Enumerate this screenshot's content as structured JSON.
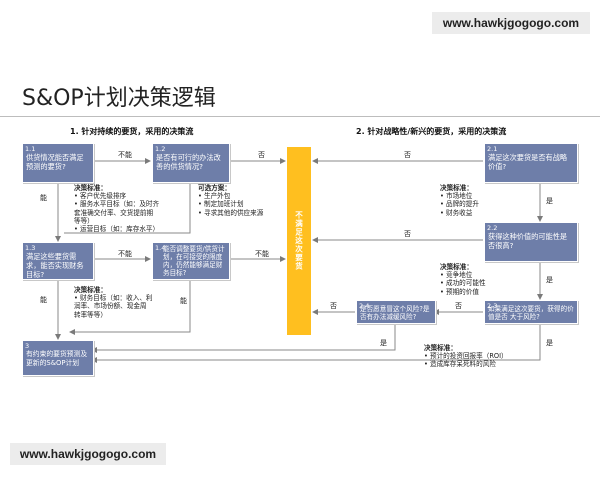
{
  "watermark_top": "www.hawkjgogogo.com",
  "watermark_bottom": "www.hawkjgogogo.com",
  "title": "S&OP计划决策逻辑",
  "sections": {
    "left": "1. 针对持续的要货，采用的决策流",
    "right": "2. 针对战略性/新兴的要货，采用的决策流"
  },
  "center_bar": "不满足这次要货",
  "boxes": {
    "b11": {
      "num": "1.1",
      "text": "供货情况能否满足预测的要货?"
    },
    "b12": {
      "num": "1.2",
      "text": "是否有可行的办法改善的供货情况?"
    },
    "b13": {
      "num": "1.3",
      "text": "满足这些要货需求，能否实现财务目标?"
    },
    "b14": {
      "num": "1.4",
      "text": "能否调整要货/供货计划，在可接受的限度内，仍然能够满足财务目标?"
    },
    "b3": {
      "num": "3",
      "text": "有约束的要货预测及更新的S&OP计划"
    },
    "b21": {
      "num": "2.1",
      "text": "满足这次要货是否有战略价值?"
    },
    "b22": {
      "num": "2.2",
      "text": "获得这种价值的可能性是否很高?"
    },
    "b23": {
      "num": "2.3",
      "text": "如果满足这次要货，获得的价值是否 大于风险?"
    },
    "b24": {
      "num": "2.4",
      "text": "是否愿意冒这个风险?是否有办法减缓风险?"
    }
  },
  "labels": {
    "no_1": "不能",
    "no_2": "不能",
    "no_3": "否",
    "no_4": "否",
    "no_5": "否",
    "no_6": "否",
    "no_7": "不能",
    "yes_1": "能",
    "yes_2": "能",
    "yes_3": "能",
    "yes_4": "是",
    "yes_5": "是",
    "yes_6": "是",
    "yes_7": "是"
  },
  "criteria": {
    "c1": {
      "title": "决策标准：",
      "lines": [
        "• 客户优先级排序",
        "• 服务水平目标（如：及时齐",
        "   套准确交付率、交货提前期",
        "   等等）",
        "• 运营目标（如：库存水平）"
      ]
    },
    "c2": {
      "title": "可选方案：",
      "lines": [
        "• 生产外包",
        "• 制定加班计划",
        "• 寻求其他的供应来源"
      ]
    },
    "c3": {
      "title": "决策标准：",
      "lines": [
        "• 财务目标（如：收入、利",
        "   润率、市场份额、现金周",
        "   转率等等）"
      ]
    },
    "c4": {
      "title": "决策标准：",
      "lines": [
        "• 市场地位",
        "• 品牌的提升",
        "• 财务收益"
      ]
    },
    "c5": {
      "title": "决策标准：",
      "lines": [
        "• 竞争地位",
        "• 成功的可能性",
        "• 预期的价值"
      ]
    },
    "c6": {
      "title": "决策标准：",
      "lines": [
        "• 预计的投资回报率（ROI）",
        "• 造成库存呆死料的风险"
      ]
    }
  }
}
